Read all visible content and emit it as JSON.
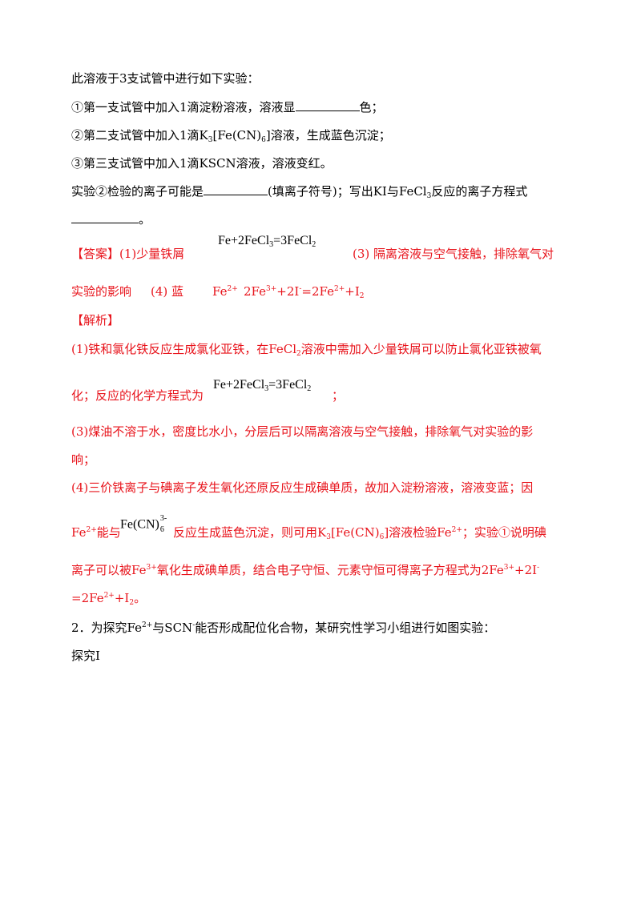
{
  "intro": "此溶液于3支试管中进行如下实验：",
  "steps": {
    "s1_a": "①第一支试管中加入1滴淀粉溶液，溶液显",
    "s1_b": "色；",
    "s2_a": "②第二支试管中加入1滴K",
    "s2_sub3": "3",
    "s2_b": "[Fe(CN)",
    "s2_sub6": "6",
    "s2_c": "]溶液，生成蓝色沉淀；",
    "s3": "③第三支试管中加入1滴KSCN溶液，溶液变红。"
  },
  "question": {
    "q_a": "实验②检验的离子可能是",
    "q_b": "(填离子符号)；写出KI与FeCl",
    "q_sub3": "3",
    "q_c": "反应的离子方程式",
    "q_end": "。"
  },
  "answer": {
    "label": "【答案】(1)少量铁屑",
    "eq_fe": "Fe+2FeCl",
    "eq_sub3": "3",
    "eq_mid": "=3FeCl",
    "eq_sub2": "2",
    "part3_a": "(3) 隔离溶液与空气接触，排除氧气对",
    "part3_b": "实验的影响",
    "part4": "(4) 蓝",
    "fe": "Fe",
    "fe_sup": "2+",
    "ion_eq": {
      "a": "2Fe",
      "sup1": "3+",
      "b": "+2I",
      "sup2": "-",
      "c": "=2Fe",
      "sup3": "2+",
      "d": "+I",
      "sub": "2"
    }
  },
  "analysis": {
    "label": "【解析】",
    "p1_a": "(1)铁和氯化铁反应生成氯化亚铁，在FeCl",
    "p1_sub": "2",
    "p1_b": "溶液中需加入少量铁屑可以防止氯化亚铁被氧",
    "p1_c": "化；反应的化学方程式为",
    "p1_end": "；",
    "p3_a": "(3)煤油不溶于水，密度比水小，分层后可以隔离溶液与空气接触，排除氧气对实验的影",
    "p3_b": "响；",
    "p4_a": "(4)三价铁离子与碘离子发生氧化还原反应生成碘单质，故加入淀粉溶液，溶液变蓝；因",
    "p4_fe": "Fe",
    "p4_fe_sup": "2+",
    "p4_with": "能与",
    "p4_cplx": "Fe(CN)",
    "p4_cplx_sub": "6",
    "p4_cplx_sup": "3-",
    "p4_b": "反应生成蓝色沉淀，则可用K",
    "p4_k_sub": "3",
    "p4_c": "[Fe(CN)",
    "p4_c_sub": "6",
    "p4_d": "]溶液检验Fe",
    "p4_d_sup": "2+",
    "p4_e": "；实验①说明碘",
    "p4_f": "离子可以被Fe",
    "p4_f_sup": "3+",
    "p4_g": "氧化生成碘单质，结合电子守恒、元素守恒可得离子方程式为2Fe",
    "p4_g_sup": "3+",
    "p4_h": "+2I",
    "p4_h_sup": "-",
    "p4_i": "=2Fe",
    "p4_i_sup": "2+",
    "p4_j": "+I",
    "p4_j_sub": "2",
    "p4_k": "。"
  },
  "next": {
    "q2_a": "2．为探究Fe",
    "q2_sup": "2+",
    "q2_b": "与SCN",
    "q2_sup2": "-",
    "q2_c": "能否形成配位化合物，某研究性学习小组进行如图实验：",
    "explore": "探究Ⅰ"
  },
  "colors": {
    "answer_red": "#e8141c",
    "text": "#000000"
  }
}
